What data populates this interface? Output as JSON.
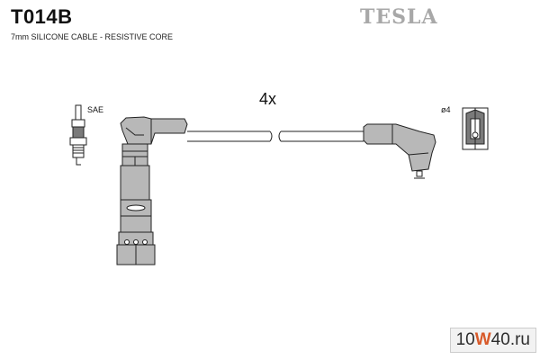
{
  "header": {
    "part_number": "T014B",
    "subtitle": "7mm SILICONE CABLE - RESISTIVE CORE",
    "brand": "TESLA"
  },
  "diagram": {
    "quantity": "4x",
    "spark_plug_label": "SAE",
    "distributor_label": "ø4"
  },
  "watermark": {
    "part1": "10",
    "part2": "W",
    "part3": "40",
    "part4": ".ru"
  },
  "colors": {
    "boot_fill": "#b8b8b8",
    "line": "#222222",
    "brand_gray": "#a8a8a8",
    "watermark_accent": "#d85a2a"
  }
}
